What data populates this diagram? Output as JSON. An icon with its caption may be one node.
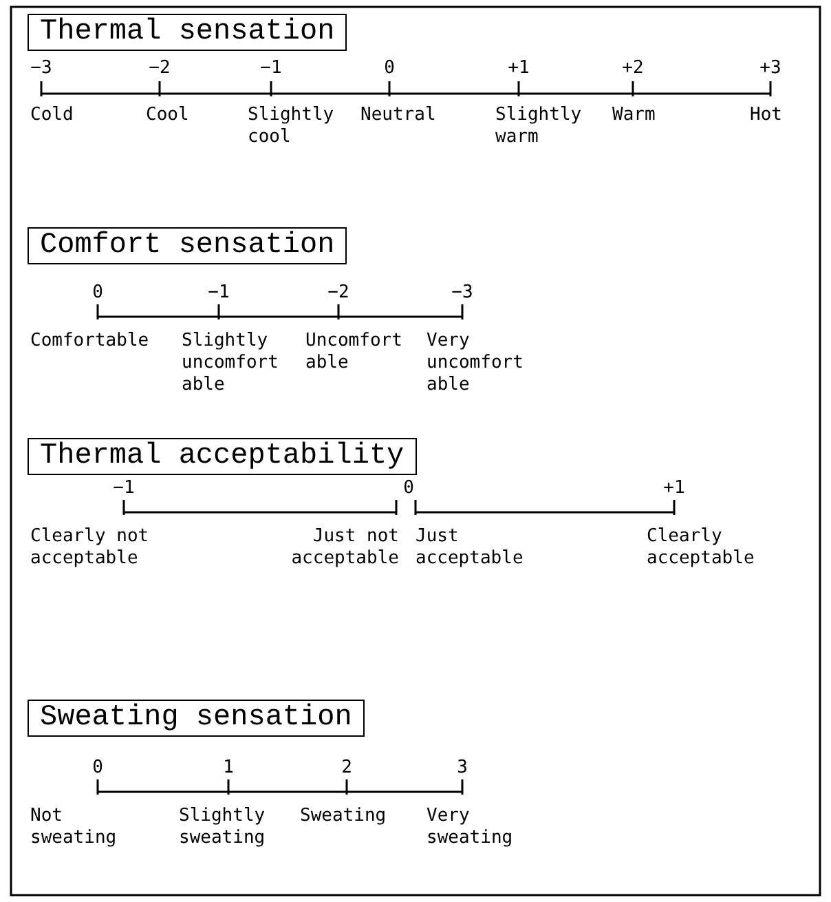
{
  "diagram": {
    "nodes": [
      {
        "text": [
          "Thermal sensation"
        ]
      },
      {
        "text": [
          "Comfort sensation"
        ]
      },
      {
        "text": [
          "Thermal acceptability"
        ]
      },
      {
        "text": [
          "Sweating sensation"
        ]
      }
    ],
    "labels": [
      "−3",
      "−2",
      "−1",
      "0",
      "+1",
      "+2",
      "+3",
      "Cold",
      "Cool",
      "Slightly cool",
      "Neutral",
      "Slightly warm",
      "Warm",
      "Hot",
      "0",
      "−1",
      "−2",
      "−3",
      "Comfortable",
      "Slightly uncomfort able",
      "Uncomfort able",
      "Very uncomfort able",
      "−1",
      "0",
      "+1",
      "Clearly not acceptable",
      "Just not acceptable",
      "Just acceptable",
      "Clearly acceptable",
      "0",
      "1",
      "2",
      "3",
      "Not sweating",
      "Slightly sweating",
      "Sweating",
      "Very sweating"
    ]
  }
}
